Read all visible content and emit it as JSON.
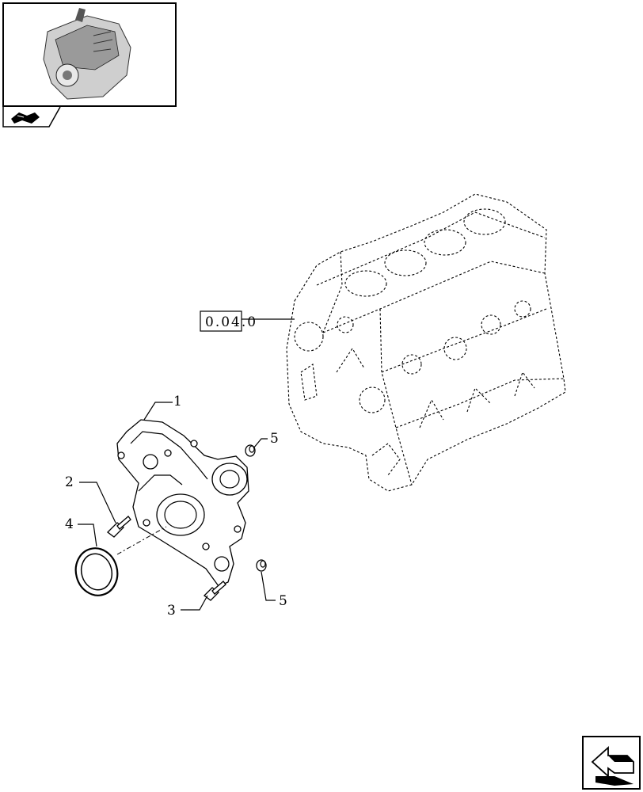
{
  "thumbnail": {
    "icon": "engine-thumbnail"
  },
  "nav": {
    "top_icon": "book-arrow-icon",
    "bottom_icon": "next-page-arrow-icon"
  },
  "reference": {
    "code": "0.04.0"
  },
  "callouts": [
    {
      "id": "c1",
      "label": "1"
    },
    {
      "id": "c2",
      "label": "2"
    },
    {
      "id": "c3",
      "label": "3"
    },
    {
      "id": "c4",
      "label": "4"
    },
    {
      "id": "c5a",
      "label": "5"
    },
    {
      "id": "c5b",
      "label": "5"
    }
  ]
}
